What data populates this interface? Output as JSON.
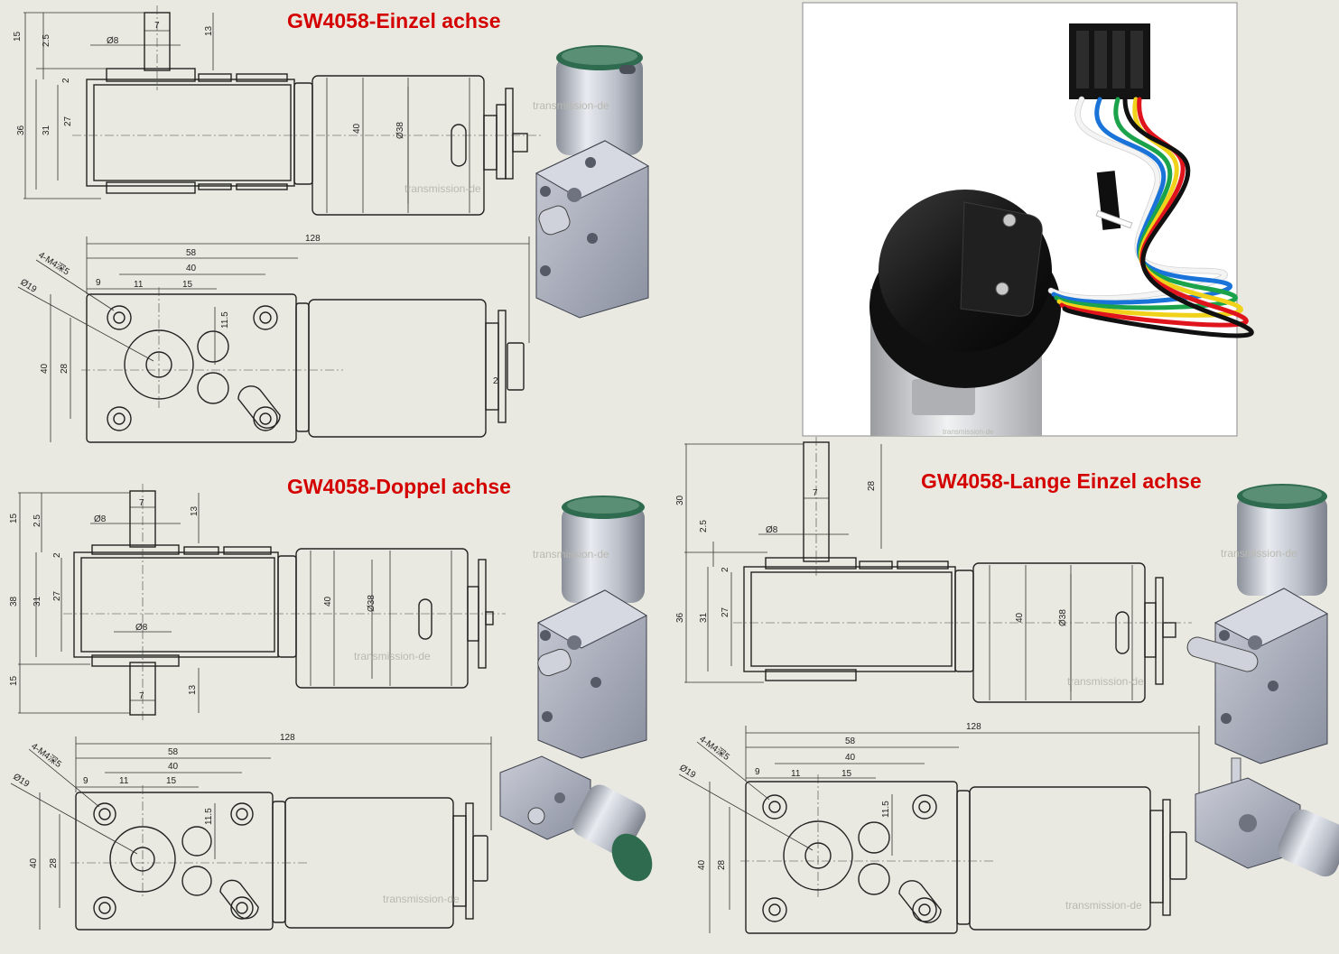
{
  "titles": {
    "single": "GW4058-Einzel achse",
    "double": "GW4058-Doppel achse",
    "long": "GW4058-Lange Einzel achse"
  },
  "watermark": "transmission-de",
  "accent_color": "#d40000",
  "side_view_single": {
    "h15": "15",
    "h2_5": "2.5",
    "h2": "2",
    "h36": "36",
    "h31": "31",
    "h27": "27",
    "d8": "Ø8",
    "w7": "7",
    "h13": "13",
    "h40": "40",
    "d38": "Ø38"
  },
  "top_view_single": {
    "w128": "128",
    "w58": "58",
    "w40": "40",
    "w9": "9",
    "w11": "11",
    "w15": "15",
    "holes": "4-M4深5",
    "d19": "Ø19",
    "h11_5": "11.5",
    "h40": "40",
    "h28": "28",
    "h2": "2"
  },
  "side_view_double": {
    "h15": "15",
    "h2_5": "2.5",
    "h2": "2",
    "h38": "38",
    "h31": "31",
    "h27": "27",
    "d8": "Ø8",
    "w7": "7",
    "h13": "13",
    "h40": "40",
    "d38": "Ø38",
    "d8b": "Ø8",
    "w7b": "7",
    "h13b": "13",
    "h15b": "15"
  },
  "top_view_double": {
    "w128": "128",
    "w58": "58",
    "w40": "40",
    "w9": "9",
    "w11": "11",
    "w15": "15",
    "holes": "4-M4深5",
    "d19": "Ø19",
    "h11_5": "11.5",
    "h40": "40",
    "h28": "28"
  },
  "side_view_long": {
    "h30": "30",
    "h2_5": "2.5",
    "h2": "2",
    "h36": "36",
    "h31": "31",
    "h27": "27",
    "d8": "Ø8",
    "w7": "7",
    "h28": "28",
    "h40": "40",
    "d38": "Ø38"
  },
  "top_view_long": {
    "w128": "128",
    "w58": "58",
    "w40": "40",
    "w9": "9",
    "w11": "11",
    "w15": "15",
    "holes": "4-M4深5",
    "d19": "Ø19",
    "h11_5": "11.5",
    "h40": "40",
    "h28": "28"
  },
  "wire_colors": [
    "#ffffff",
    "#1a73d8",
    "#1aa34a",
    "#f1d21a",
    "#e0141c",
    "#111111"
  ]
}
